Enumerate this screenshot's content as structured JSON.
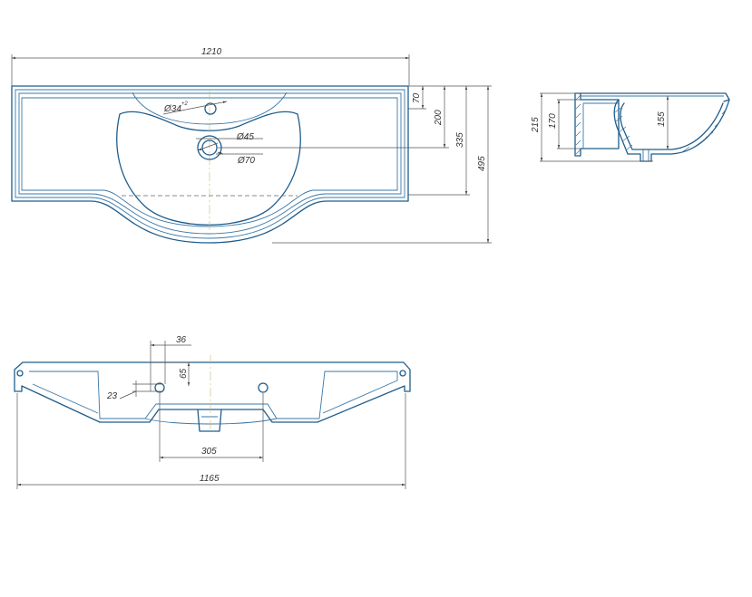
{
  "colors": {
    "outline": "#1f5d8c",
    "dimension": "#555555",
    "centerline": "#c9b870"
  },
  "top_view": {
    "width_label": "1210",
    "hole_small_label": "Ø34",
    "hole_small_tolerance": "+2",
    "drain_inner_label": "Ø45",
    "drain_outer_label": "Ø70",
    "depth_70_label": "70",
    "depth_200_label": "200",
    "depth_335_label": "335",
    "depth_495_label": "495"
  },
  "side_view": {
    "height_215_label": "215",
    "height_170_label": "170",
    "height_155_label": "155"
  },
  "front_view": {
    "label_36": "36",
    "label_65": "65",
    "label_23": "23",
    "label_305": "305",
    "label_1165": "1165"
  }
}
